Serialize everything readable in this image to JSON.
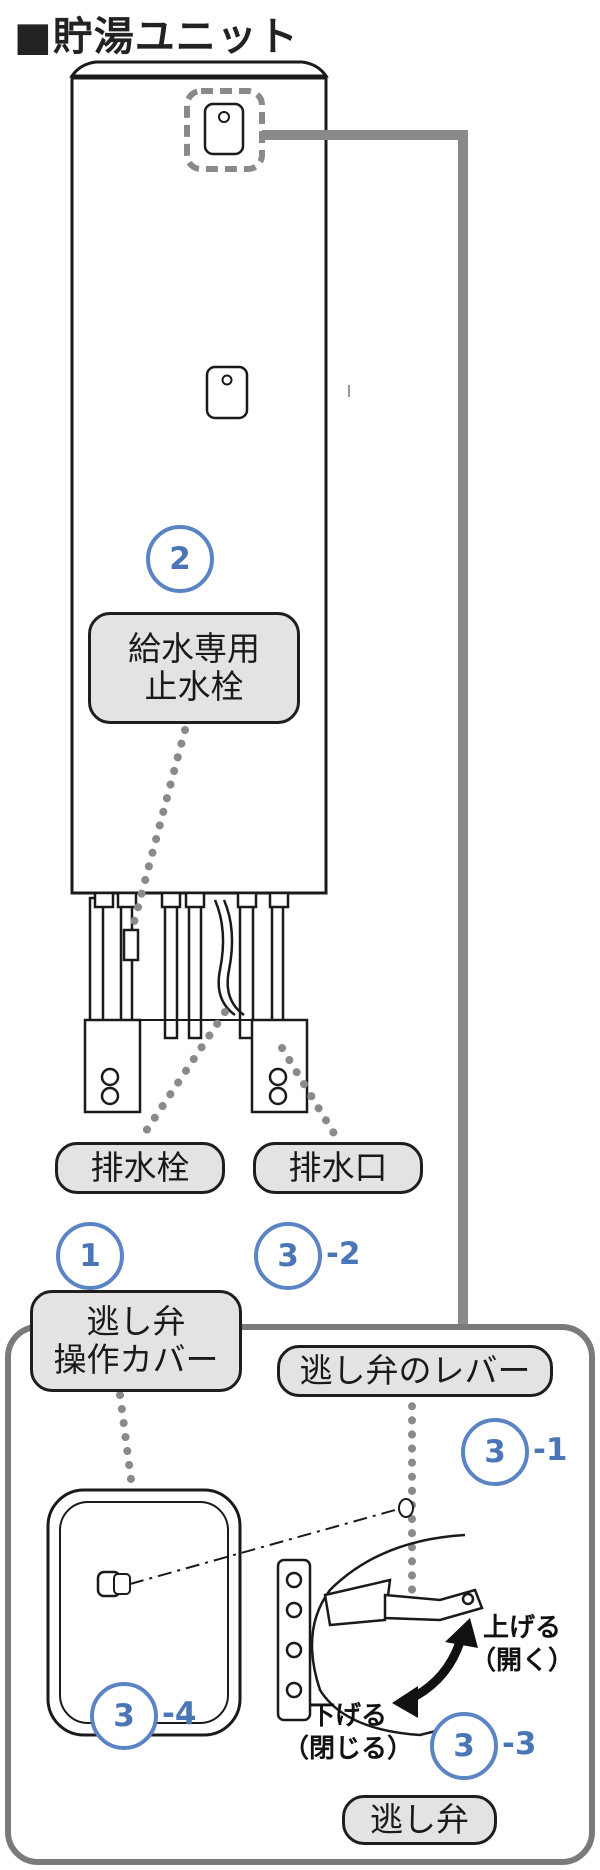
{
  "title": "■貯湯ユニット",
  "labels": {
    "supply_valve": "給水専用\n止水栓",
    "drain_plug": "排水栓",
    "drain_outlet": "排水口",
    "relief_cover": "逃し弁\n操作カバー",
    "relief_lever": "逃し弁のレバー",
    "relief_valve": "逃し弁"
  },
  "steps": {
    "s1": "1",
    "s2": "2",
    "s3_1": "3",
    "s3_2": "3",
    "s3_3": "3",
    "s3_4": "3",
    "suffix_1": "-1",
    "suffix_2": "-2",
    "suffix_3": "-3",
    "suffix_4": "-4"
  },
  "actions": {
    "raise": "上げる\n（開く）",
    "lower": "下げる\n（閉じる）"
  },
  "colors": {
    "badge": "#4a76b8",
    "label_fill": "#e3e3e3",
    "line": "#8a8a8a",
    "frame": "#7a7a7a"
  }
}
